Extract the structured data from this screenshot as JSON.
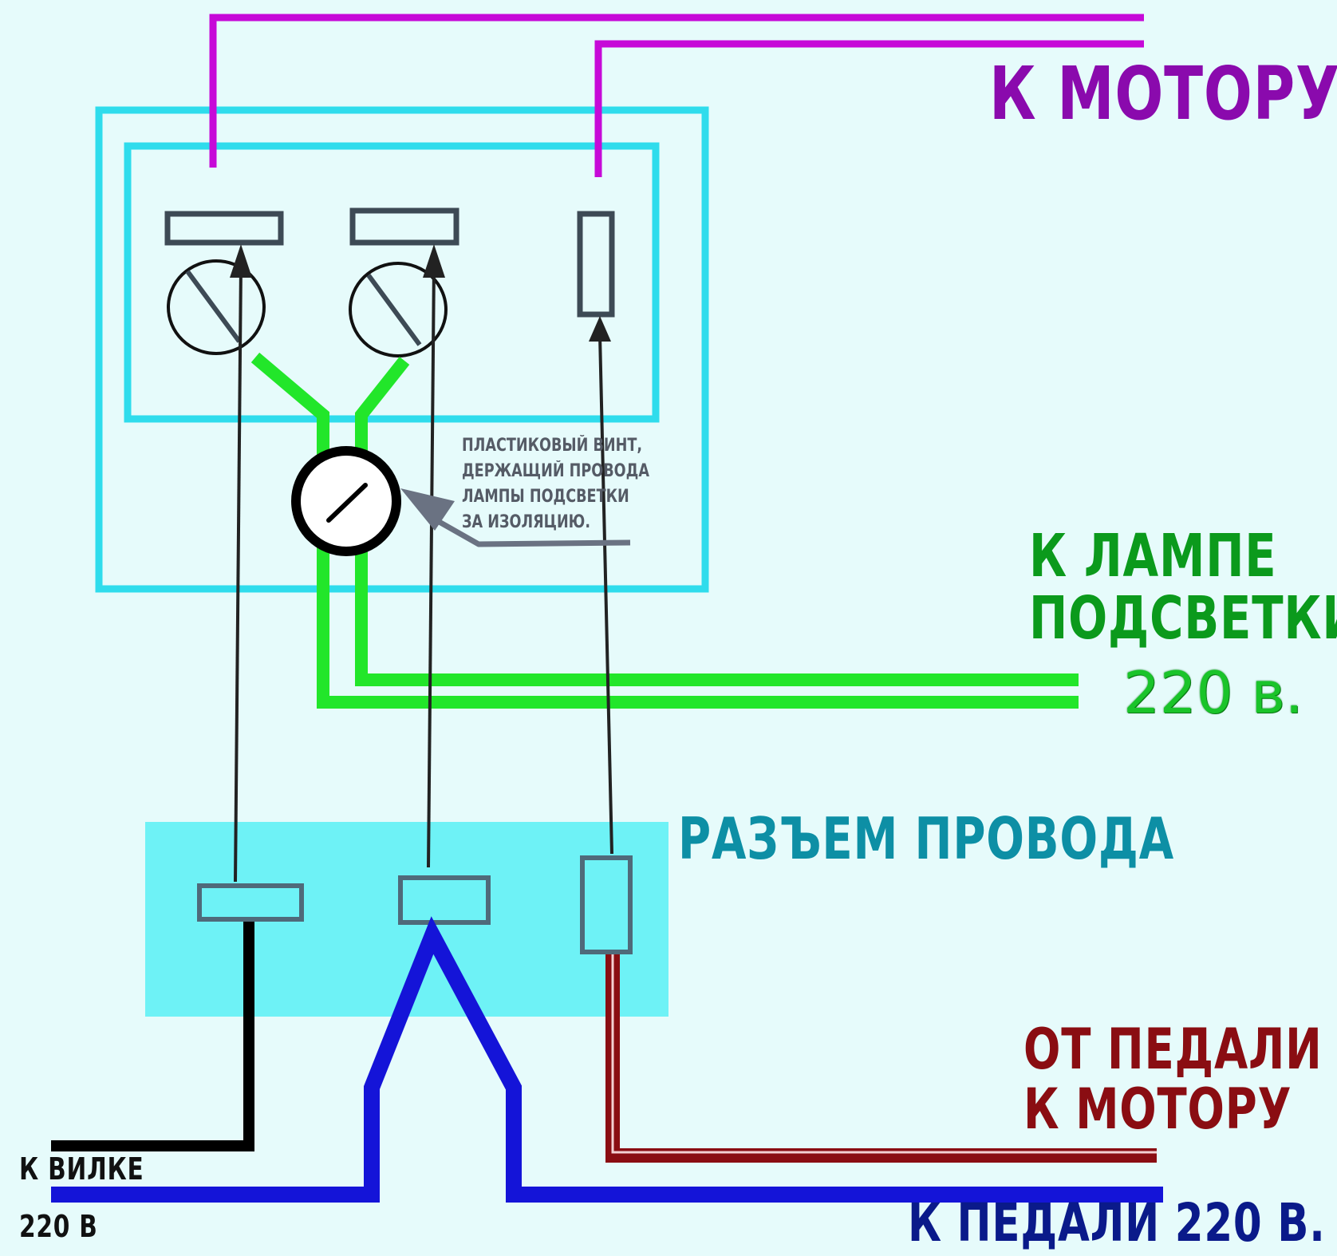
{
  "colors": {
    "background": "#e6fbfb",
    "housing": "#2fdcec",
    "connector_block": "#6ef2f6",
    "motor_wire": "#c60ad8",
    "lamp_wire": "#22e62a",
    "plug_wire": "#000000",
    "pedal_wire": "#1414d8",
    "pedal_motor_wire": "#8a0d12",
    "terminal": "#3d4a55",
    "callout": "#6a7282"
  },
  "icons": {
    "screw": "slotted-screw-icon",
    "plastic_screw": "plastic-screw-icon",
    "arrow": "arrow-up-icon"
  },
  "labels": {
    "to_motor": "К МОТОРУ",
    "to_lamp_line1": "К ЛАМПЕ",
    "to_lamp_line2": "ПОДСВЕТКИ",
    "to_lamp_voltage": "220 в.",
    "wire_connector": "РАЗЪЕМ ПРОВОДА",
    "from_pedal_line1": "ОТ ПЕДАЛИ",
    "from_pedal_line2": "К МОТОРУ",
    "to_pedal": "К ПЕДАЛИ 220 В.",
    "to_plug_line1": "К ВИЛКЕ",
    "to_plug_line2": "220 В"
  },
  "callout": {
    "lines": [
      "ПЛАСТИКОВЫЙ ВИНТ,",
      "ДЕРЖАЩИЙ ПРОВОДА",
      "ЛАМПЫ ПОДСВЕТКИ",
      "ЗА ИЗОЛЯЦИЮ."
    ]
  }
}
